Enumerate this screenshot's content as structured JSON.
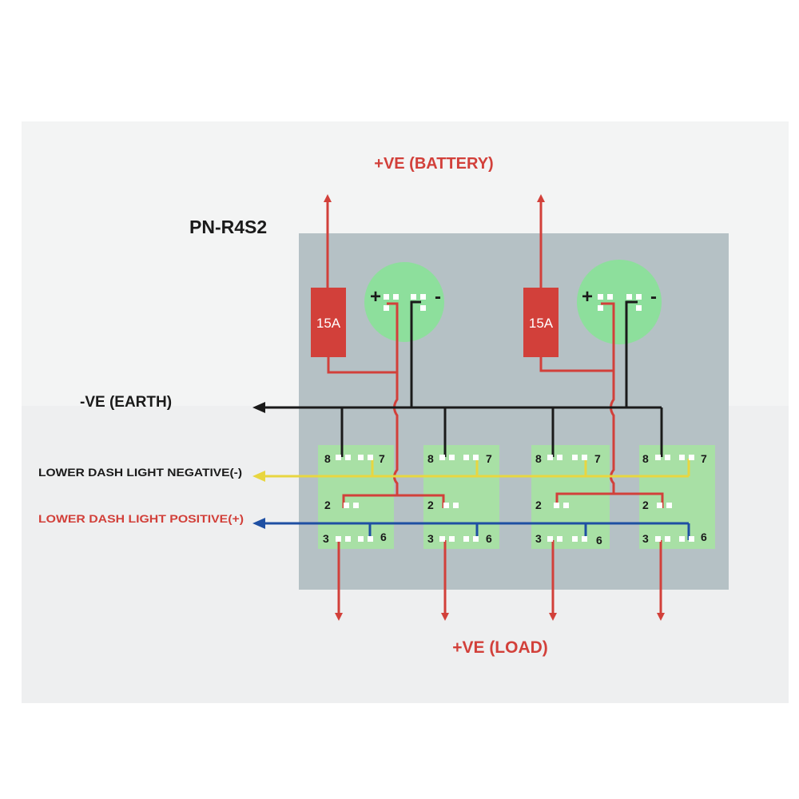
{
  "diagram": {
    "model": "PN-R4S2",
    "battery_label": "+VE (BATTERY)",
    "earth_label": "-VE (EARTH)",
    "load_label": "+VE (LOAD)",
    "dash_negative_label": "LOWER DASH LIGHT NEGATIVE(-)",
    "dash_positive_label": "LOWER DASH LIGHT POSITIVE(+)",
    "fuses": [
      {
        "rating": "15A"
      },
      {
        "rating": "15A"
      }
    ],
    "breakers": [
      {
        "plus": "+",
        "minus": "-"
      },
      {
        "plus": "+",
        "minus": "-"
      }
    ],
    "switches": [
      {
        "pins": [
          "8",
          "7",
          "2",
          "3",
          "6"
        ]
      },
      {
        "pins": [
          "8",
          "7",
          "2",
          "3",
          "6"
        ]
      },
      {
        "pins": [
          "8",
          "7",
          "2",
          "3",
          "6"
        ]
      },
      {
        "pins": [
          "8",
          "7",
          "2",
          "3",
          "6"
        ]
      }
    ],
    "colors": {
      "positive_wire": "#d2403a",
      "earth_wire": "#1a1a1a",
      "dash_negative_wire": "#e8d640",
      "dash_positive_wire": "#1e4fa3",
      "panel": "#b5c1c5",
      "switch_body": "#a8e0a5",
      "breaker_body": "#8ddf9c"
    }
  }
}
